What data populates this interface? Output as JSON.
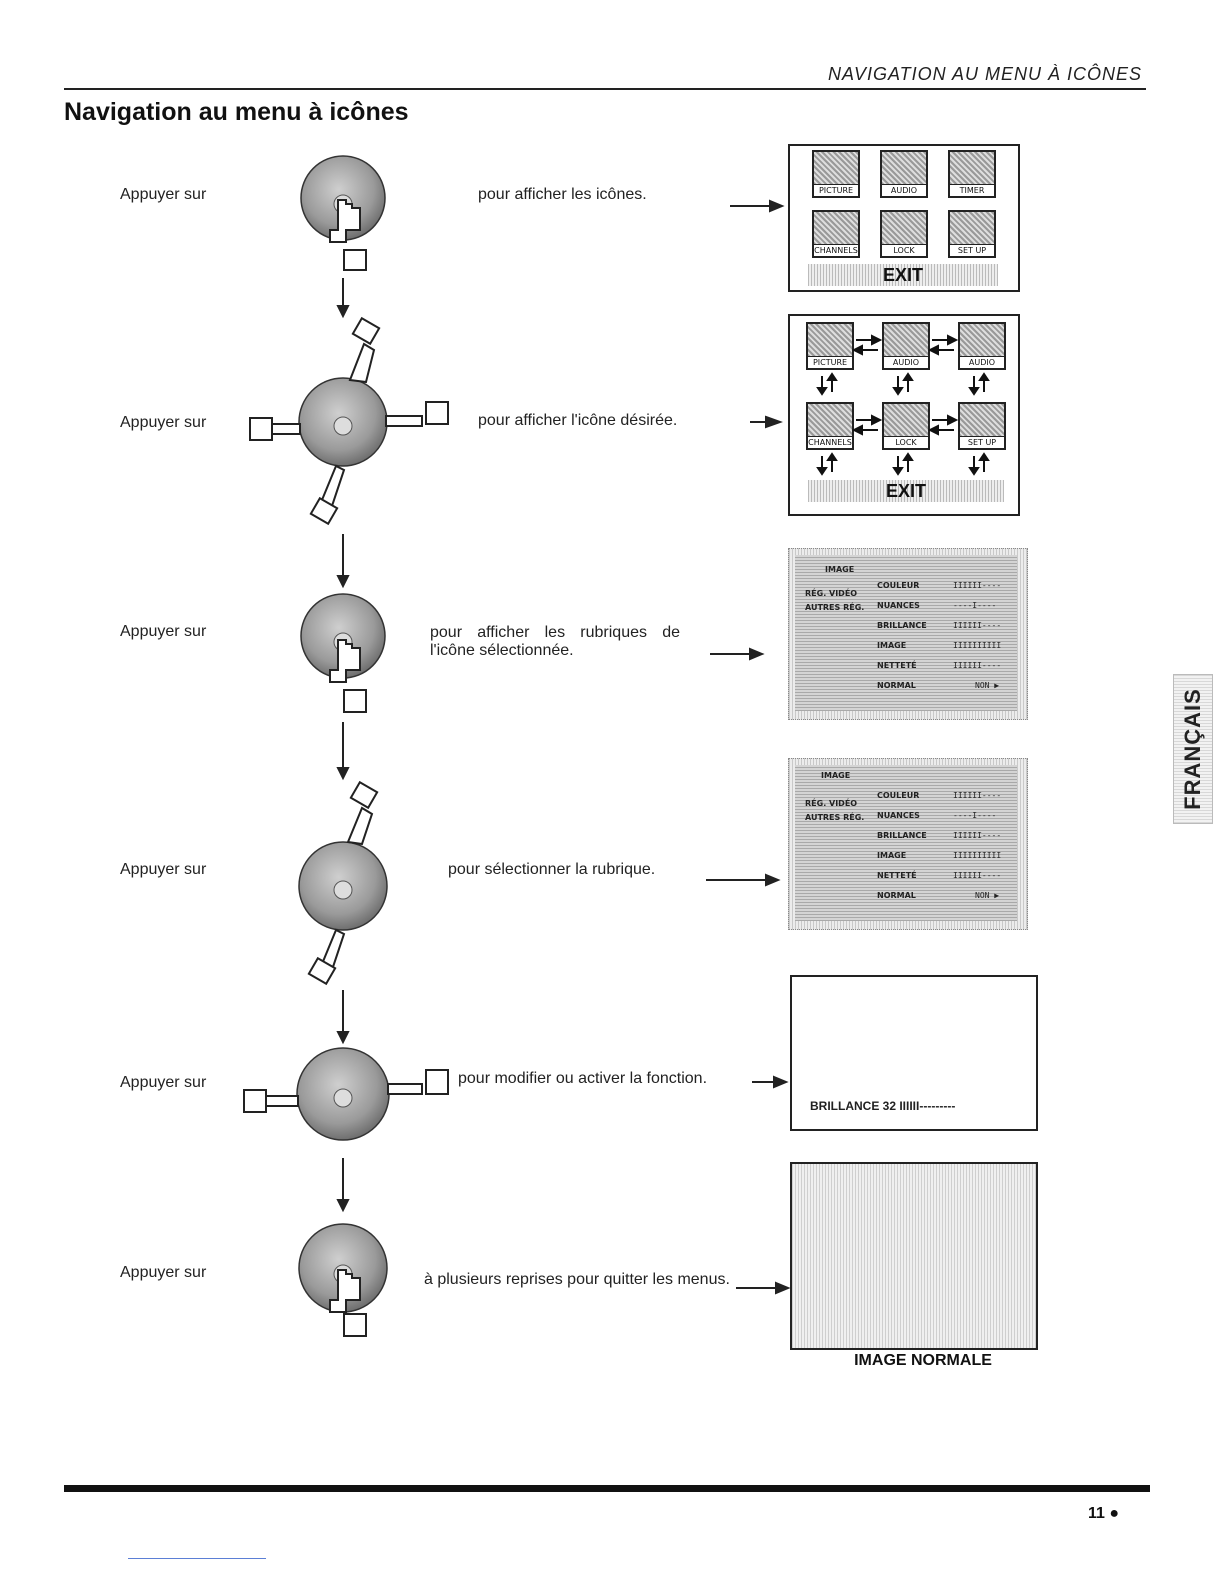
{
  "header": {
    "running_head": "Navigation au menu à icônes",
    "title": "Navigation au menu à icônes"
  },
  "side_tab": "FRANÇAIS",
  "steps": [
    {
      "label": "Appuyer sur",
      "text": "pour afficher les icônes."
    },
    {
      "label": "Appuyer  sur",
      "text": "pour afficher l'icône désirée."
    },
    {
      "label": "Appuyer sur",
      "text": "pour afficher les rubriques de l'icône sélectionnée."
    },
    {
      "label": "Appuyer sur",
      "text": "pour sélectionner la rubrique."
    },
    {
      "label": "Appuyer sur",
      "text": "pour modifier ou activer la fonction."
    },
    {
      "label": "Appuyer sur",
      "text": "à plusieurs reprises pour quitter les menus."
    }
  ],
  "icon_menu": {
    "icons": [
      "PICTURE",
      "AUDIO",
      "TIMER",
      "CHANNELS",
      "LOCK",
      "SET UP"
    ],
    "icons_alt": [
      "PICTURE",
      "AUDIO",
      "AUDIO",
      "CHANNELS",
      "LOCK",
      "SET UP"
    ],
    "exit": "EXIT"
  },
  "image_menu": {
    "tabs": [
      "IMAGE",
      "RÉG. VIDÉO",
      "AUTRES RÉG."
    ],
    "rows": [
      {
        "name": "COULEUR",
        "value": "IIIIII----"
      },
      {
        "name": "NUANCES",
        "value": "----I----"
      },
      {
        "name": "BRILLANCE",
        "value": "IIIIII----"
      },
      {
        "name": "IMAGE",
        "value": "IIIIIIIIII"
      },
      {
        "name": "NETTETÉ",
        "value": "IIIIII----"
      },
      {
        "name": "NORMAL",
        "value": "NON ▶"
      }
    ]
  },
  "brillance_screen": {
    "text": "BRILLANCE 32  IIIIII---------"
  },
  "normal_screen": {
    "caption": "IMAGE NORMALE"
  },
  "footer": {
    "page_number": "11 ●"
  }
}
